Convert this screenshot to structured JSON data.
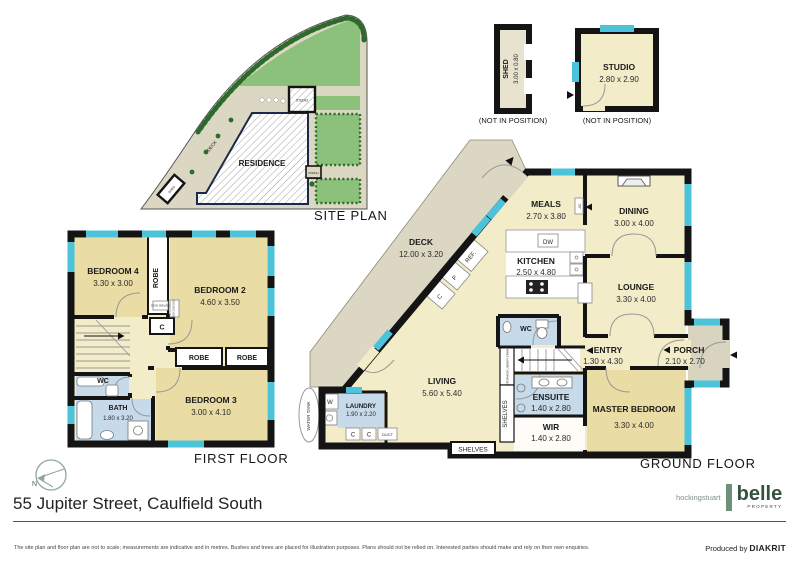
{
  "colors": {
    "wall": "#141414",
    "window": "#4CC3D8",
    "room_cream": "#F3ECC9",
    "room_tan": "#E9DCA4",
    "wet_blue": "#C6DAEA",
    "deck_beige": "#DCD7C2",
    "lawn_green": "#8CC17B",
    "hedge_green": "#2D6B2D",
    "brand_green": "#33523F"
  },
  "site_plan": {
    "title": "SITE PLAN",
    "residence": "RESIDENCE",
    "deck": "DECK",
    "studio": "STUDIO",
    "shed": "SHED",
    "porch": "PORCH"
  },
  "outbuildings": {
    "shed": {
      "name": "SHED",
      "dims": "3.00 x 0.80",
      "note": "(NOT IN POSITION)"
    },
    "studio": {
      "name": "STUDIO",
      "dims": "2.80 x 2.90",
      "note": "(NOT IN POSITION)"
    }
  },
  "first_floor": {
    "title": "FIRST FLOOR",
    "rooms": {
      "bedroom4": {
        "name": "BEDROOM 4",
        "dims": "3.30 x 3.00"
      },
      "bedroom2": {
        "name": "BEDROOM 2",
        "dims": "4.60 x 3.50"
      },
      "bedroom3": {
        "name": "BEDROOM 3",
        "dims": "3.00 x 4.10"
      },
      "bath": {
        "name": "BATH",
        "dims": "1.80 x 3.20"
      },
      "wc": {
        "name": "WC"
      }
    },
    "labels": {
      "robe": "ROBE",
      "closet": "C",
      "book_shelves": "BOOK SHELVES"
    }
  },
  "ground_floor": {
    "title": "GROUND FLOOR",
    "rooms": {
      "deck": {
        "name": "DECK",
        "dims": "12.00 x 3.20"
      },
      "meals": {
        "name": "MEALS",
        "dims": "2.70 x 3.80"
      },
      "dining": {
        "name": "DINING",
        "dims": "3.00 x 4.00"
      },
      "kitchen": {
        "name": "KITCHEN",
        "dims": "2.50 x 4.80"
      },
      "lounge": {
        "name": "LOUNGE",
        "dims": "3.30 x 4.00"
      },
      "entry": {
        "name": "ENTRY",
        "dims": "1.30 x 4.30"
      },
      "porch": {
        "name": "PORCH",
        "dims": "2.10 x 2.70"
      },
      "living": {
        "name": "LIVING",
        "dims": "5.60 x 5.40"
      },
      "laundry": {
        "name": "LAUNDRY",
        "dims": "1.90 x 2.20"
      },
      "ensuite": {
        "name": "ENSUITE",
        "dims": "1.40 x 2.80"
      },
      "wir": {
        "name": "WIR",
        "dims": "1.40 x 2.80"
      },
      "master": {
        "name": "MASTER BEDROOM",
        "dims": "3.30 x 4.00"
      },
      "wc": {
        "name": "WC"
      }
    },
    "labels": {
      "ref": "REF.",
      "pantry": "P",
      "cupboard": "C",
      "dw": "DW",
      "washer": "W",
      "duct": "DUCT",
      "shelves": "SHELVES",
      "storage": "STORAGE UNDER STAIRS",
      "water_tank": "WATER TANK",
      "ac": "AC"
    }
  },
  "footer": {
    "compass_n": "N",
    "address": "55 Jupiter Street, Caulfield South",
    "disclaimer": "The site plan and floor plan are not to scale; measurements are indicative and in metres. Bushes and trees are placed for illustration purposes. Plans should not be relied on. Interested parties should make and rely on their own enquiries.",
    "produced_by": "Produced by",
    "producer": "DIAKRIT"
  },
  "branding": {
    "agency": "hockingstuart",
    "brand": "belle",
    "brand_sub": "PROPERTY"
  }
}
